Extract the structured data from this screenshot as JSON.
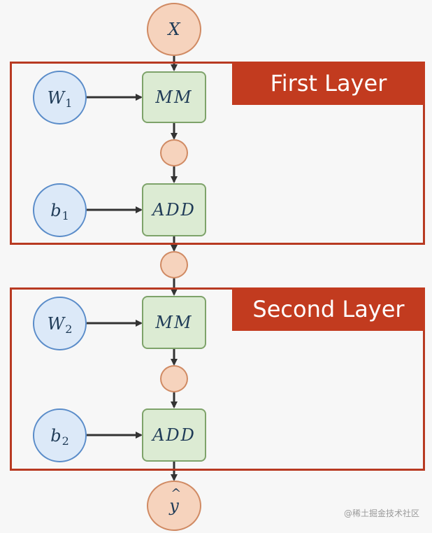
{
  "input": {
    "symbol": "X"
  },
  "output": {
    "symbol": "y",
    "hat": "^"
  },
  "layers": [
    {
      "label": "First Layer",
      "weight": {
        "base": "W",
        "sub": "1"
      },
      "bias": {
        "base": "b",
        "sub": "1"
      },
      "mm": "MM",
      "add": "ADD"
    },
    {
      "label": "Second Layer",
      "weight": {
        "base": "W",
        "sub": "2"
      },
      "bias": {
        "base": "b",
        "sub": "2"
      },
      "mm": "MM",
      "add": "ADD"
    }
  ],
  "watermark": "@稀土掘金技术社区",
  "colors": {
    "layer_frame": "#b83a22",
    "layer_label_bg": "#c23b1f",
    "operand_fill": "#dce9f8",
    "operation_fill": "#dcebd3",
    "value_fill": "#f6d3bd"
  }
}
